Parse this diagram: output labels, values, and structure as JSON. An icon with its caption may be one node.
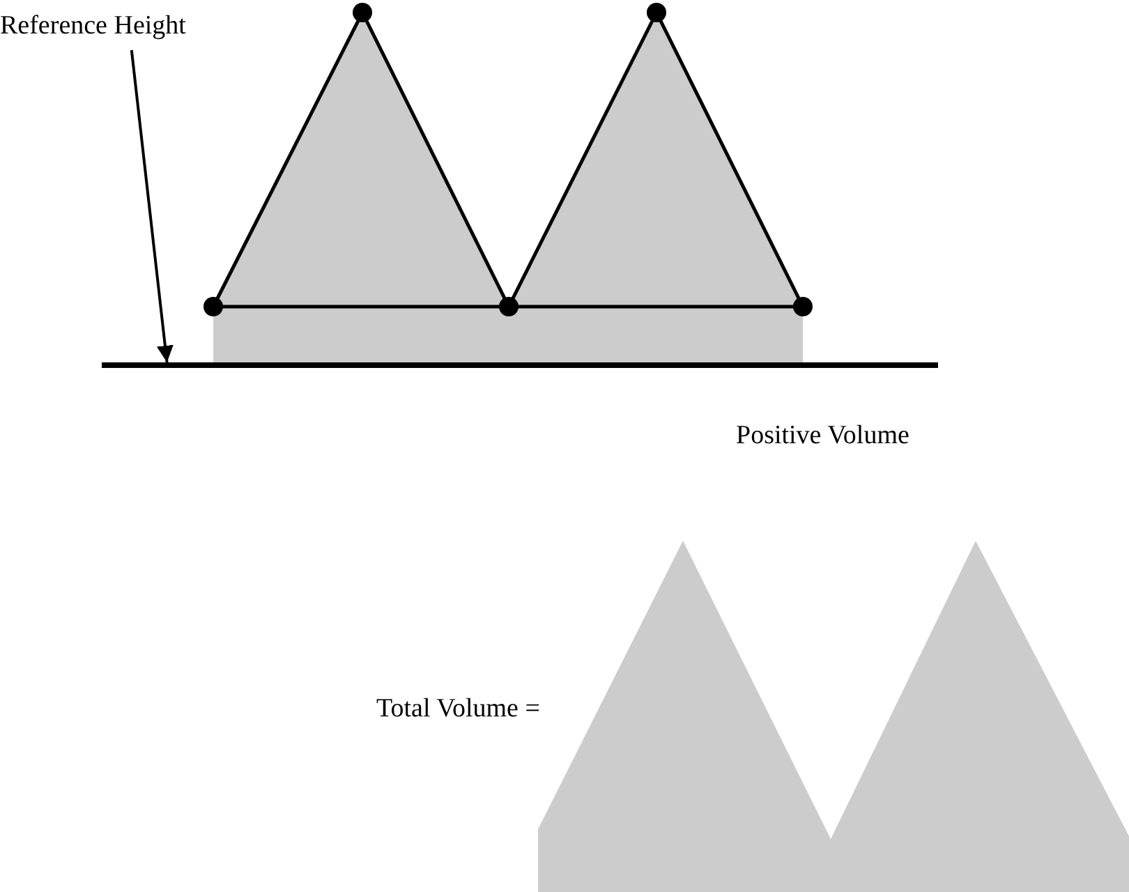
{
  "diagram": {
    "nodes": [
      {
        "text": [
          "Reference Height"
        ]
      },
      {
        "text": [],
        "shape": "bar"
      }
    ],
    "edges": [
      {
        "from": 0,
        "to": 1,
        "arrow": "to"
      }
    ],
    "labels": [
      "Positive Volume",
      "Total Volume ="
    ]
  }
}
